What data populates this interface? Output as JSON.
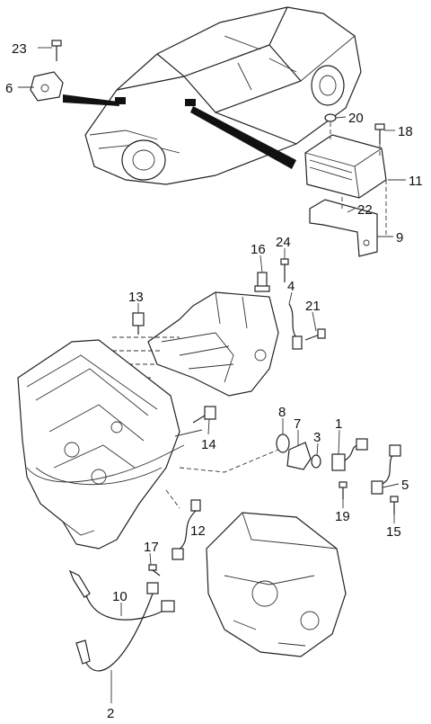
{
  "diagram": {
    "callouts": [
      {
        "id": "c23",
        "label": "23"
      },
      {
        "id": "c6",
        "label": "6"
      },
      {
        "id": "c20",
        "label": "20"
      },
      {
        "id": "c18",
        "label": "18"
      },
      {
        "id": "c11",
        "label": "11"
      },
      {
        "id": "c22",
        "label": "22"
      },
      {
        "id": "c9",
        "label": "9"
      },
      {
        "id": "c16",
        "label": "16"
      },
      {
        "id": "c24",
        "label": "24"
      },
      {
        "id": "c13",
        "label": "13"
      },
      {
        "id": "c4",
        "label": "4"
      },
      {
        "id": "c21",
        "label": "21"
      },
      {
        "id": "c8",
        "label": "8"
      },
      {
        "id": "c7",
        "label": "7"
      },
      {
        "id": "c3",
        "label": "3"
      },
      {
        "id": "c1",
        "label": "1"
      },
      {
        "id": "c14",
        "label": "14"
      },
      {
        "id": "c5",
        "label": "5"
      },
      {
        "id": "c19",
        "label": "19"
      },
      {
        "id": "c15",
        "label": "15"
      },
      {
        "id": "c12",
        "label": "12"
      },
      {
        "id": "c17",
        "label": "17"
      },
      {
        "id": "c10",
        "label": "10"
      },
      {
        "id": "c2",
        "label": "2"
      }
    ]
  }
}
